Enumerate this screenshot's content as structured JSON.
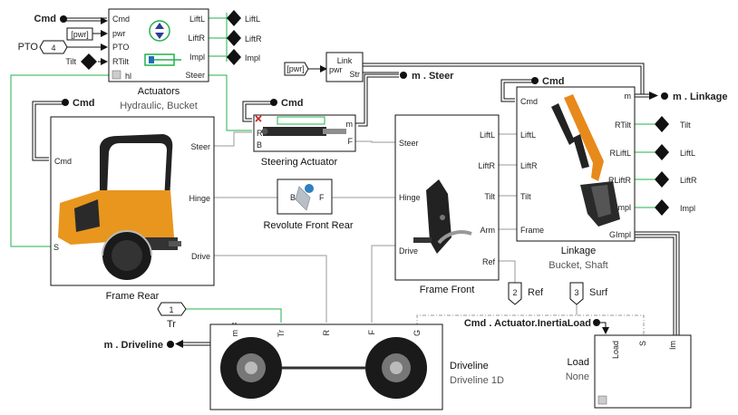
{
  "blocks": {
    "actuators": {
      "name": "Actuators",
      "subtitle": "Hydraulic, Bucket",
      "ports_left": [
        "Cmd",
        "pwr",
        "PTO",
        "RTilt",
        "hl"
      ],
      "ports_right": [
        "LiftL",
        "LiftR",
        "Impl",
        "Steer"
      ]
    },
    "steering_actuator": {
      "name": "Steering Actuator",
      "ports_left": [
        "R",
        "B"
      ],
      "ports_right": [
        "m",
        "F"
      ]
    },
    "revolute": {
      "name": "Revolute Front Rear",
      "port_b": "B",
      "port_f": "F"
    },
    "frame_rear": {
      "name": "Frame Rear",
      "ports_left": [
        "Cmd"
      ],
      "ports_right": [
        "Steer",
        "Hinge",
        "Drive"
      ],
      "port_s": "S"
    },
    "frame_front": {
      "name": "Frame Front",
      "ports_left": [
        "Steer",
        "Hinge",
        "Drive"
      ],
      "ports_right": [
        "LiftL",
        "LiftR",
        "Tilt",
        "Arm",
        "Ref"
      ]
    },
    "linkage": {
      "name": "Linkage",
      "subtitle": "Bucket, Shaft",
      "ports_left": [
        "Cmd",
        "LiftL",
        "LiftR",
        "Tilt",
        "Frame"
      ],
      "ports_right": [
        "m",
        "RTilt",
        "RLiftL",
        "RLiftR",
        "Impl",
        "GImpl"
      ]
    },
    "driveline": {
      "name": "Driveline",
      "subtitle": "Driveline 1D",
      "ports_top": [
        "m",
        "Tr",
        "R",
        "F",
        "G"
      ]
    },
    "load": {
      "name": "Load",
      "subtitle": "None",
      "ports_top": [
        "Load",
        "S",
        "Im"
      ]
    },
    "link_pwr": {
      "name": "Link",
      "ports": [
        "pwr",
        "Str"
      ]
    }
  },
  "signals": {
    "cmd": "Cmd",
    "pwr_tag": "[pwr]",
    "pto_label": "PTO",
    "pto_num": "4",
    "tilt": "Tilt",
    "lift_l": "LiftL",
    "lift_r": "LiftR",
    "impl": "Impl",
    "m_steer": "m . Steer",
    "m_linkage": "m . Linkage",
    "m_driveline": "m . Driveline",
    "tr_label": "Tr",
    "tr_num": "1",
    "ref_label": "Ref",
    "ref_num": "2",
    "surf_label": "Surf",
    "surf_num": "3",
    "inertia_load": "Cmd . Actuator.InertiaLoad"
  },
  "colors": {
    "accent_green": "#22b14c",
    "physical_gray": "#999999",
    "frame_orange": "#e8961e",
    "link_orange": "#e8891c"
  }
}
